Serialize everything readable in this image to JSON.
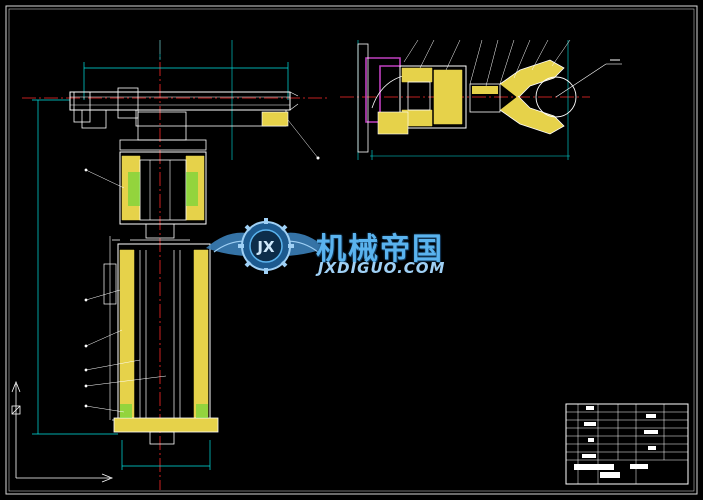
{
  "watermark": {
    "brand_cn": "机械帝国",
    "brand_url": "JXDIGUO.COM",
    "logo_letters": "JX"
  },
  "colors": {
    "background": "#000000",
    "frame": "#e8e8e8",
    "dimension": "#00e5e5",
    "hatch": "#e6d24a",
    "part": "#ffffff",
    "center": "#ff2a2a",
    "magenta": "#c040c0",
    "green": "#2fd62f",
    "watermark": "#5ab3ee"
  }
}
